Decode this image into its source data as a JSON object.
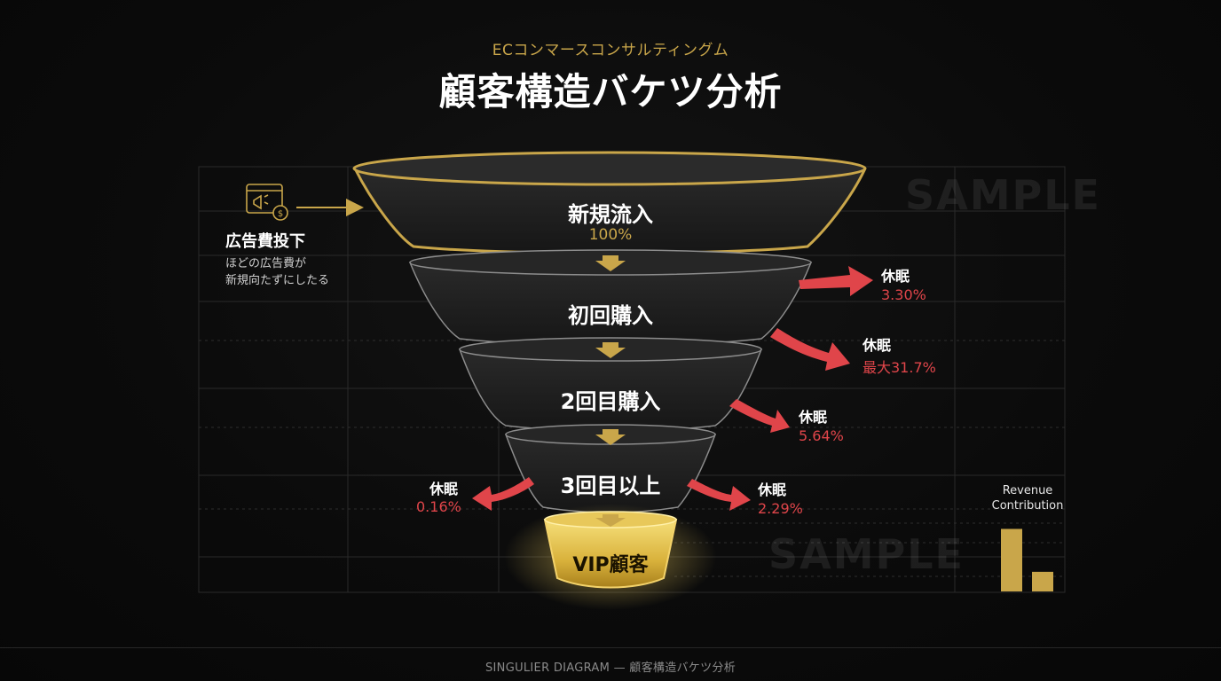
{
  "header": {
    "subtitle": "ECコンマースコンサルティングム",
    "title": "顧客構造バケツ分析"
  },
  "watermarks": [
    "SAMPLE",
    "SAMPLE"
  ],
  "funnel": {
    "stages": [
      {
        "name": "新規流入",
        "percent": "100%"
      },
      {
        "name": "初回購入"
      },
      {
        "name": "2回目購入"
      },
      {
        "name": "3回目以上"
      }
    ],
    "vip": "VIP顧客"
  },
  "ad_spend": {
    "title": "広告費投下",
    "desc_line1": "ほどの広告費が",
    "desc_line2": "新規向たずにしたる"
  },
  "dormant": [
    {
      "label": "休眠",
      "value": "3.30%"
    },
    {
      "label": "休眠",
      "value": "最大31.7%"
    },
    {
      "label": "休眠",
      "value": "5.64%"
    },
    {
      "label": "休眠",
      "value": "0.16%"
    },
    {
      "label": "休眠",
      "value": "2.29%"
    }
  ],
  "revenue": {
    "line1": "Revenue",
    "line2": "Contribution",
    "bars": [
      0.86,
      0.27
    ]
  },
  "footer": "SINGULIER DIAGRAM — 顧客構造バケツ分析",
  "colors": {
    "gold": "#c9a64a",
    "red": "#e0454a",
    "background": "#0b0b0b"
  }
}
